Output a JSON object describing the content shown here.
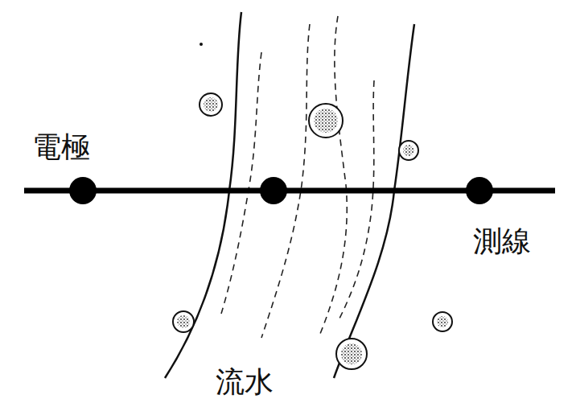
{
  "diagram": {
    "labels": [
      "電極",
      "測線",
      "流水"
    ]
  }
}
